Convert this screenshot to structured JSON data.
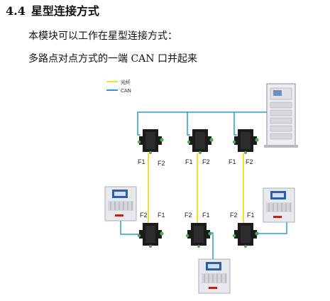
{
  "doc": {
    "section_number": "4.4",
    "section_title": "星型连接方式",
    "paragraph_1": "本模块可以工作在星型连接方式：",
    "paragraph_2": "多路点对点方式的一端 CAN 口并起来"
  },
  "legend": {
    "fiber_label": "光纤",
    "can_label": "CAN",
    "fiber_color": "#f2e233",
    "can_color": "#2a9bd0"
  },
  "ports": {
    "f1": "F1",
    "f2": "F2"
  }
}
